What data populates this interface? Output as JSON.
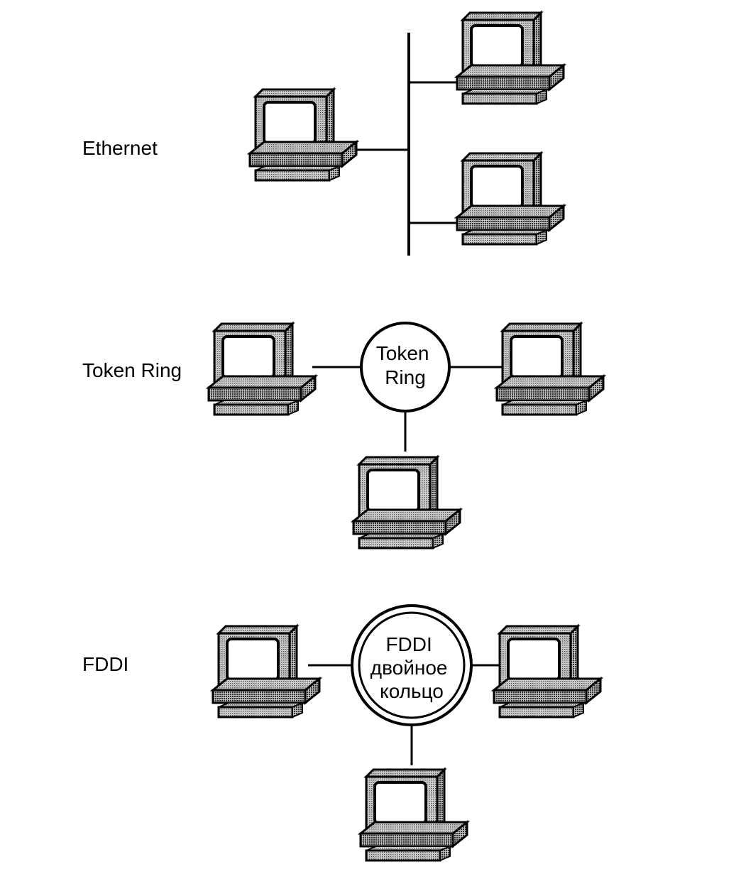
{
  "sections": {
    "ethernet": {
      "label": "Ethernet"
    },
    "token_ring": {
      "label": "Token Ring",
      "hub_lines": [
        "Token",
        "Ring"
      ]
    },
    "fddi": {
      "label": "FDDI",
      "hub_lines": [
        "FDDI",
        "двойное",
        "кольцо"
      ]
    }
  },
  "colors": {
    "ink": "#000000",
    "halftone": "#9a9a9a",
    "screen": "#ffffff"
  }
}
